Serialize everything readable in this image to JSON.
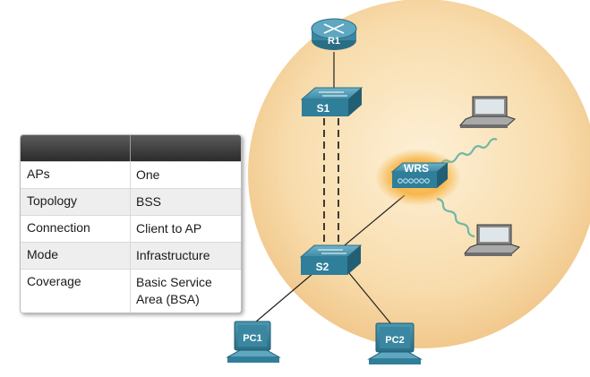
{
  "table": {
    "rows": [
      {
        "key": "APs",
        "value": "One"
      },
      {
        "key": "Topology",
        "value": "BSS"
      },
      {
        "key": "Connection",
        "value": "Client to AP"
      },
      {
        "key": "Mode",
        "value": "Infrastructure"
      },
      {
        "key": "Coverage",
        "value": "Basic Service Area (BSA)"
      }
    ]
  },
  "devices": {
    "router": "R1",
    "switch1": "S1",
    "switch2": "S2",
    "wireless_router": "WRS",
    "pc1": "PC1",
    "pc2": "PC2"
  },
  "colors": {
    "coverage_fill": "#f8dcac",
    "device_blue": "#2f7e9a",
    "wrs_glow": "#f5a623",
    "table_header": "#3a3a3a"
  }
}
